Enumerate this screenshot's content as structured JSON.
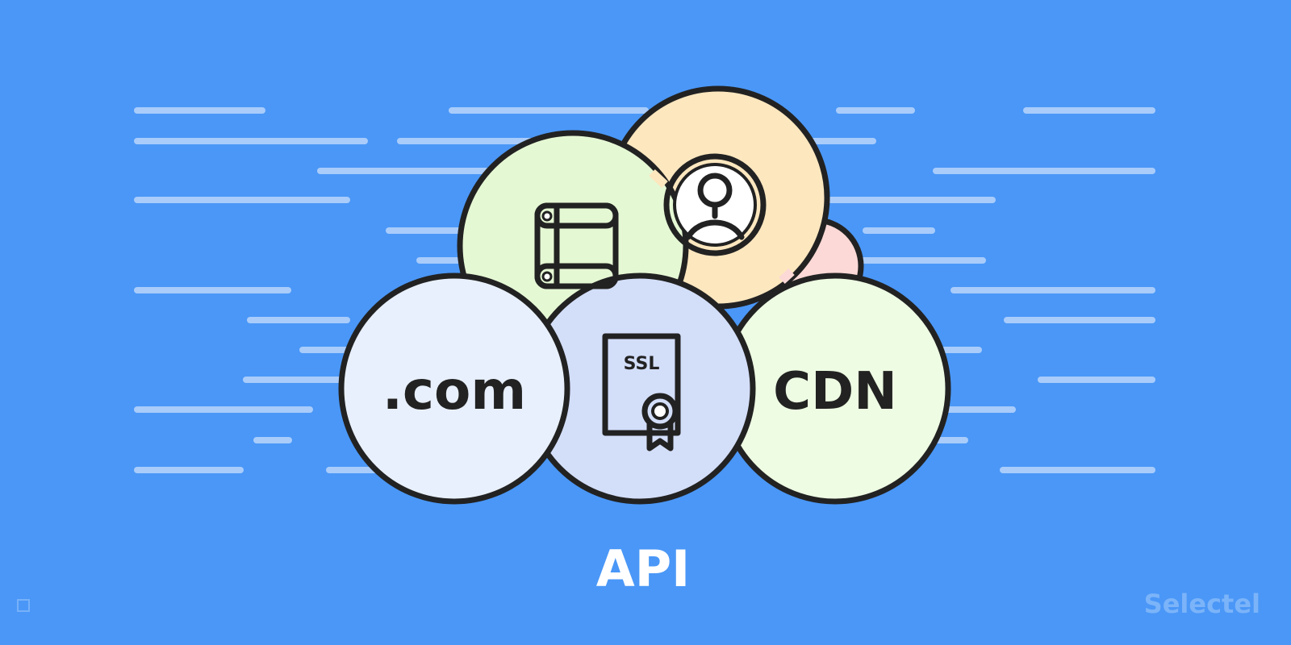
{
  "colors": {
    "background": "#4a97f7",
    "speed_lines": "#a9ccfb",
    "outline": "#222222",
    "peach": "#fde7bf",
    "pink": "#fcd9d6",
    "green_light": "#e5f8d4",
    "green_pale": "#eefce3",
    "blue_light": "#e8f0fd",
    "blue_mid": "#d3def9"
  },
  "labels": {
    "domain": ".com",
    "cdn": "CDN",
    "ssl": "SSL",
    "api": "API"
  },
  "brand": {
    "logo_text": "Selectel"
  },
  "icons": {
    "server": "server-scroll-icon",
    "user": "user-avatar-icon",
    "certificate": "ssl-certificate-icon"
  }
}
